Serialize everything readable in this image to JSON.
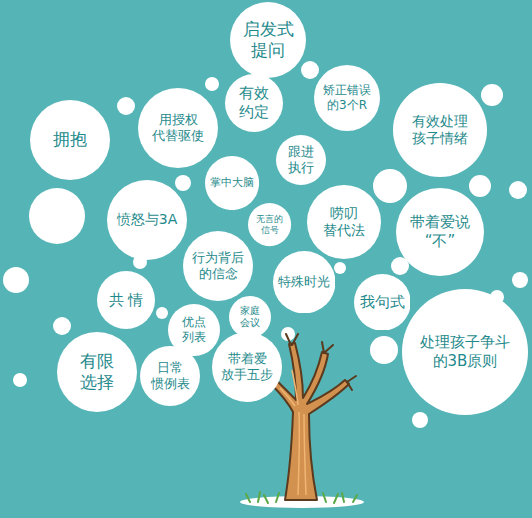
{
  "diagram": {
    "nodes": [
      {
        "text": [
          "启发式 提问"
        ]
      },
      {
        "text": [
          "用授权 代替驱使"
        ]
      },
      {
        "text": [
          "有效 约定"
        ]
      },
      {
        "text": [
          "矫正错误 的3个R"
        ]
      },
      {
        "text": [
          "有效处理 孩子情绪"
        ]
      },
      {
        "text": [
          "拥抱"
        ]
      },
      {
        "text": [
          "跟进 执行"
        ]
      },
      {
        "text": [
          "掌中大脑"
        ]
      },
      {
        "text": [
          "愤怒与3A"
        ]
      },
      {
        "text": [
          "无言的 信号"
        ]
      },
      {
        "text": [
          "唠叨 替代法"
        ]
      },
      {
        "text": [
          "带着爱说 “不”"
        ]
      },
      {
        "text": [
          "行为背后 的信念"
        ]
      },
      {
        "text": [
          "特殊时光"
        ]
      },
      {
        "text": [
          "共 情"
        ]
      },
      {
        "text": [
          "家庭 会议"
        ]
      },
      {
        "text": [
          "我句式"
        ]
      },
      {
        "text": [
          "优点 列表"
        ]
      },
      {
        "text": [
          "处理孩子争斗 的3B原则"
        ]
      },
      {
        "text": [
          "有限 选择"
        ]
      },
      {
        "text": [
          "日常 惯例表"
        ]
      },
      {
        "text": [
          "带着爱 放手五步"
        ]
      }
    ]
  }
}
